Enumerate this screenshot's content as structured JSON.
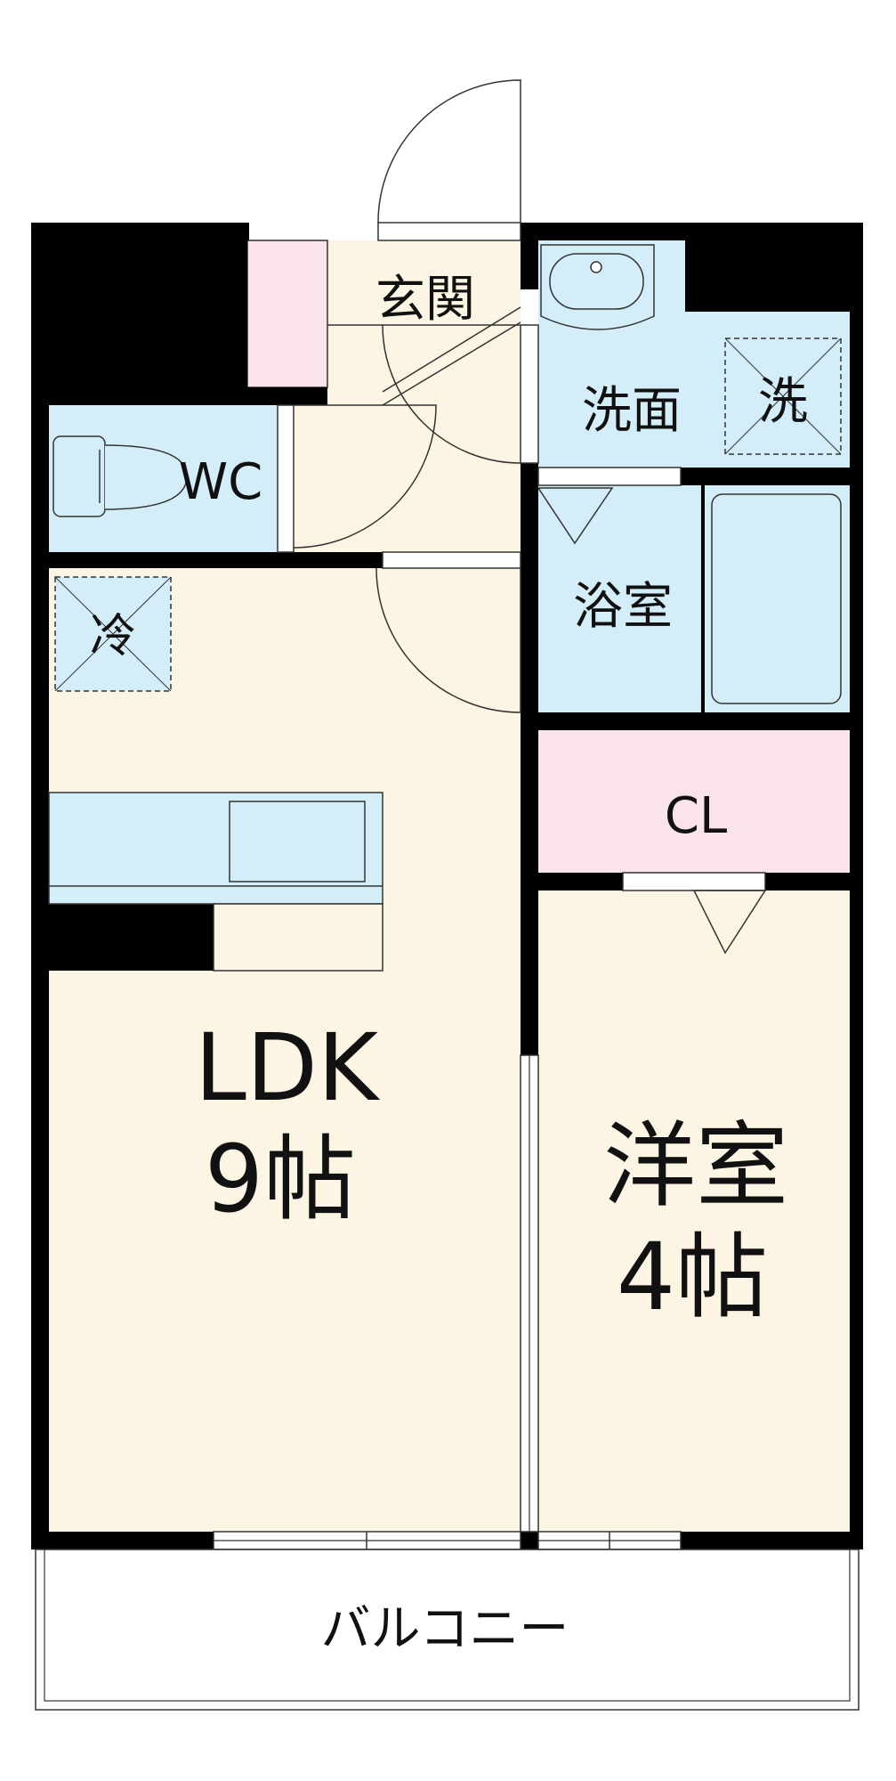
{
  "rooms": {
    "entrance": "玄関",
    "washroom": "洗面",
    "washer": "洗",
    "wc": "WC",
    "bath": "浴室",
    "fridge": "冷",
    "closet": "CL",
    "ldk_name": "LDK",
    "ldk_size": "9帖",
    "western_name": "洋室",
    "western_size": "4帖",
    "balcony": "バルコニー"
  },
  "colors": {
    "wall": "#000000",
    "floor": "#fdf5e4",
    "water": "#d4eef9",
    "storage": "#fbe3ec",
    "fixture": "#d4eef9",
    "line": "#333333"
  }
}
